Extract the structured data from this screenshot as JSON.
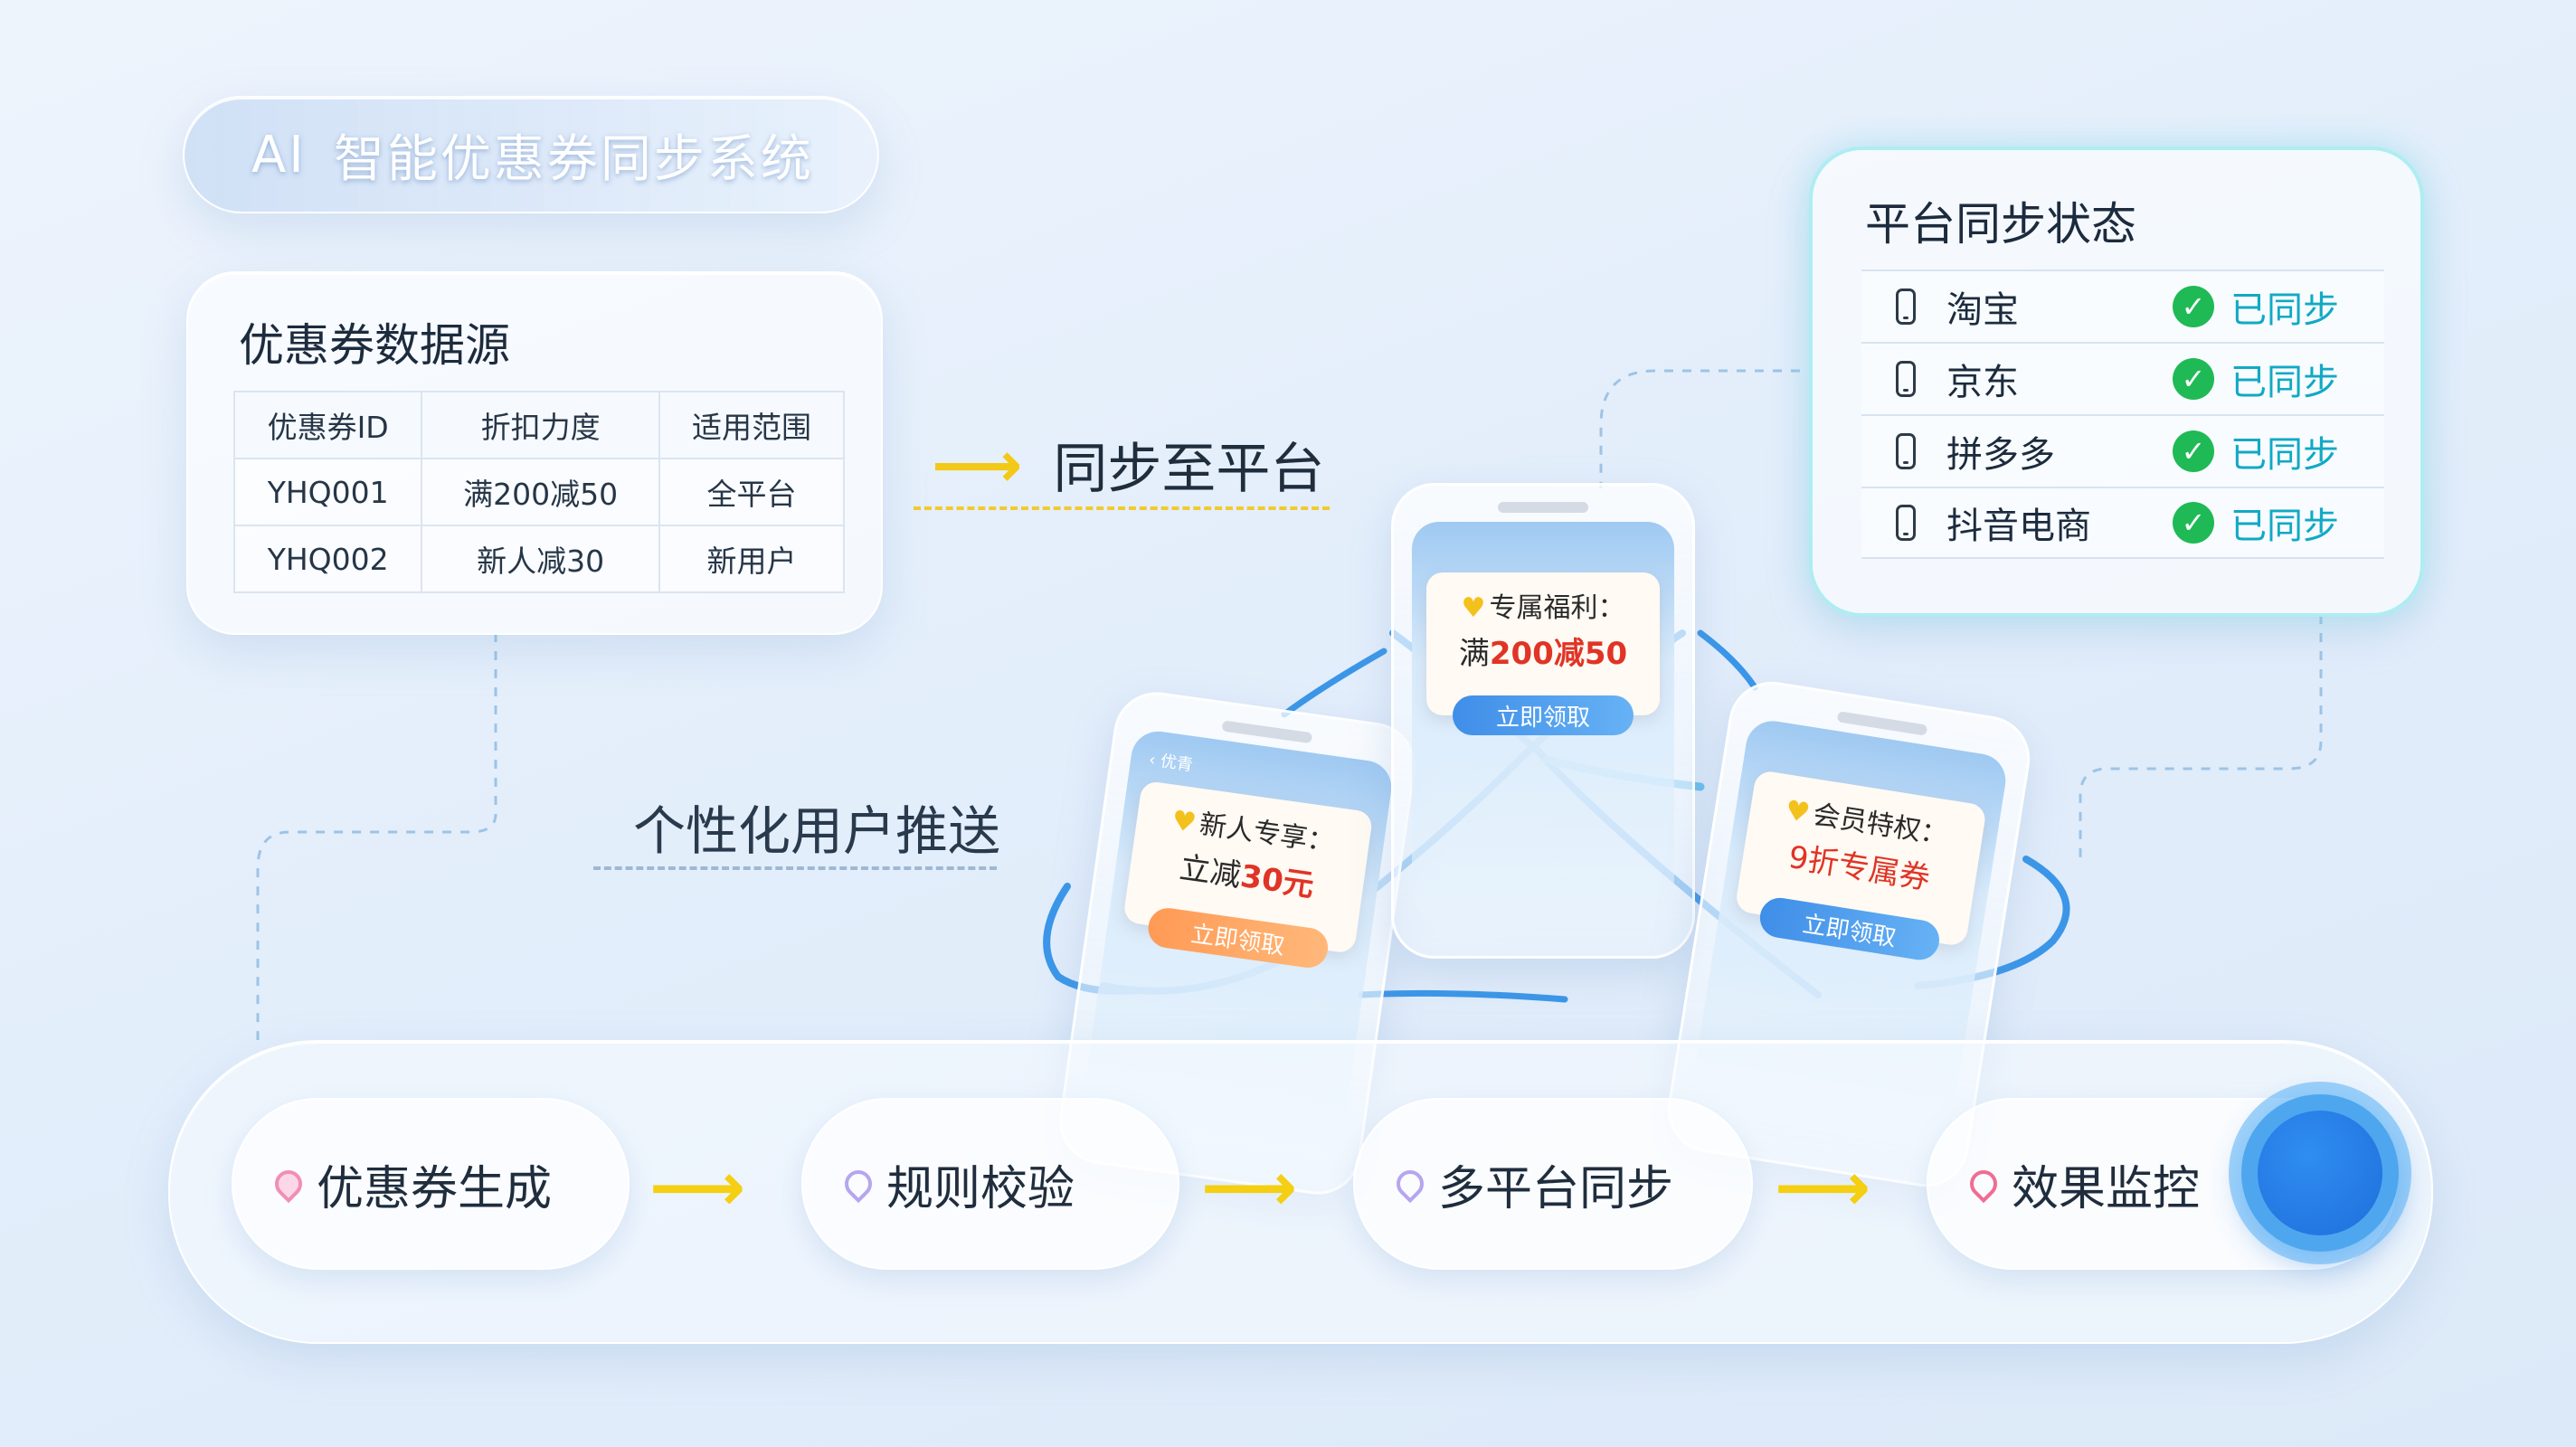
{
  "header": {
    "ai_prefix": "AI",
    "title": "智能优惠券同步系统"
  },
  "data_source": {
    "title": "优惠券数据源",
    "columns": [
      "优惠券ID",
      "折扣力度",
      "适用范围"
    ],
    "rows": [
      [
        "YHQ001",
        "满200减50",
        "全平台"
      ],
      [
        "YHQ002",
        "新人减30",
        "新用户"
      ]
    ]
  },
  "sync_label": "同步至平台",
  "push_label": "个性化用户推送",
  "platform_status": {
    "title": "平台同步状态",
    "items": [
      {
        "name": "淘宝",
        "status": "已同步"
      },
      {
        "name": "京东",
        "status": "已同步"
      },
      {
        "name": "拼多多",
        "status": "已同步"
      },
      {
        "name": "抖音电商",
        "status": "已同步"
      }
    ]
  },
  "phones": {
    "left": {
      "status_text": "优青",
      "title": "新人专享：",
      "value_prefix": "立减",
      "value_amount": "30元",
      "button": "立即领取"
    },
    "center": {
      "title": "专属福利：",
      "value_prefix": "满",
      "value_amount": "200减50",
      "button": "立即领取"
    },
    "right": {
      "title": "会员特权：",
      "value": "9折专属券",
      "button": "立即领取"
    }
  },
  "pipeline": {
    "steps": [
      {
        "label": "优惠券生成",
        "icon": "pin-icon"
      },
      {
        "label": "规则校验",
        "icon": "pin-icon"
      },
      {
        "label": "多平台同步",
        "icon": "pin-icon"
      },
      {
        "label": "效果监控",
        "icon": "pin-icon"
      }
    ]
  },
  "colors": {
    "accent_yellow": "#f4cf12",
    "sync_green": "#1fba55",
    "status_cyan": "#11a9c4",
    "link_blue": "#3b96e8",
    "price_red": "#e03426"
  }
}
